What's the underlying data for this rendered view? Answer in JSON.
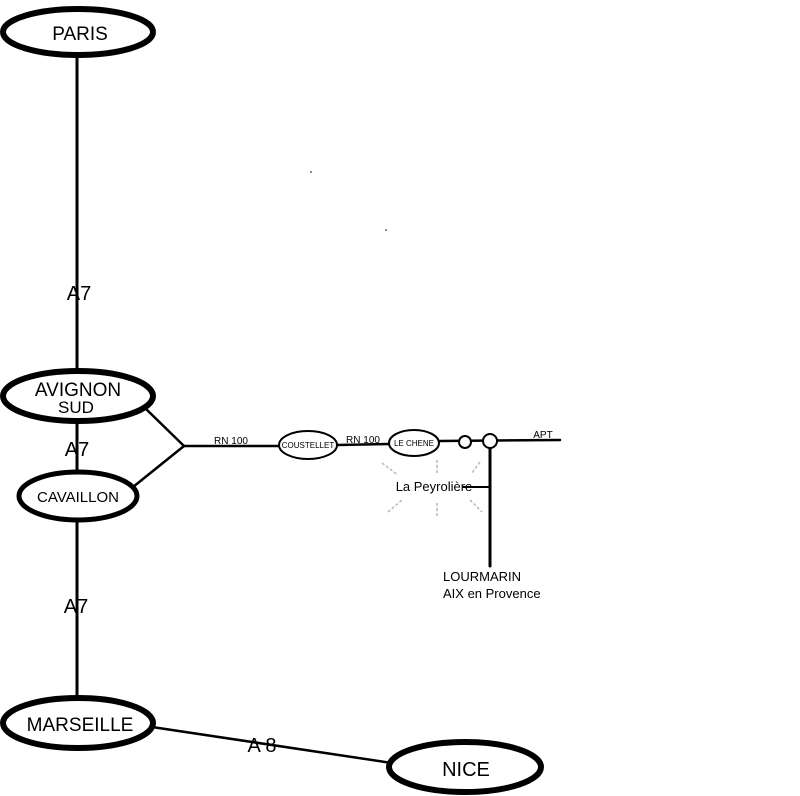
{
  "cities": {
    "paris": "PARIS",
    "avignon_line1": "AVIGNON",
    "avignon_line2": "SUD",
    "cavaillon": "CAVAILLON",
    "marseille": "MARSEILLE",
    "nice": "NICE",
    "coustellet": "COUSTELLET",
    "le_chene": "LE CHENE"
  },
  "roads": {
    "a7_paris_avignon": "A7",
    "a7_avignon_cavaillon": "A7",
    "a7_cavaillon_marseille": "A7",
    "a8": "A 8",
    "rn100_first": "RN 100",
    "rn100_second": "RN 100",
    "apt": "APT"
  },
  "destination": {
    "name": "La Peyrolière"
  },
  "south_directions": {
    "line1": "LOURMARIN",
    "line2": "AIX en Provence"
  },
  "colors": {
    "line": "#000000",
    "background": "#ffffff",
    "highlight_rays": "#b8b8b8"
  }
}
